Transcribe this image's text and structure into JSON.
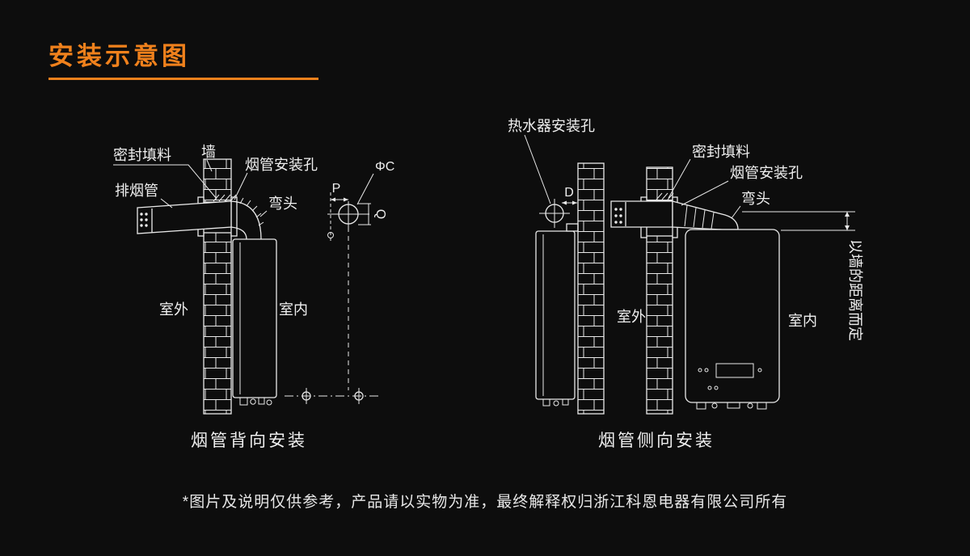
{
  "page": {
    "title": "安装示意图",
    "footer_note": "*图片及说明仅供参考，产品请以实物为准，最终解释权归浙江科恩电器有限公司所有",
    "accent_color": "#f0811c",
    "background_color": "#0d0d0d",
    "line_color": "#e9e9e9"
  },
  "left_diagram": {
    "caption": "烟管背向安装",
    "labels": {
      "sealing": "密封填料",
      "wall": "墙",
      "flue_hole": "烟管安装孔",
      "exhaust_pipe": "排烟管",
      "elbow": "弯头",
      "outdoor": "室外",
      "indoor": "室内"
    },
    "dimensions": {
      "phi_c": "ΦC",
      "p": "P",
      "q": "Q"
    }
  },
  "right_diagram": {
    "caption": "烟管侧向安装",
    "labels": {
      "heater_hole": "热水器安装孔",
      "dim_d": "D",
      "sealing": "密封填料",
      "flue_hole": "烟管安装孔",
      "elbow": "弯头",
      "outdoor": "室外",
      "indoor": "室内",
      "wall_distance": "以墙的距离而定"
    }
  }
}
